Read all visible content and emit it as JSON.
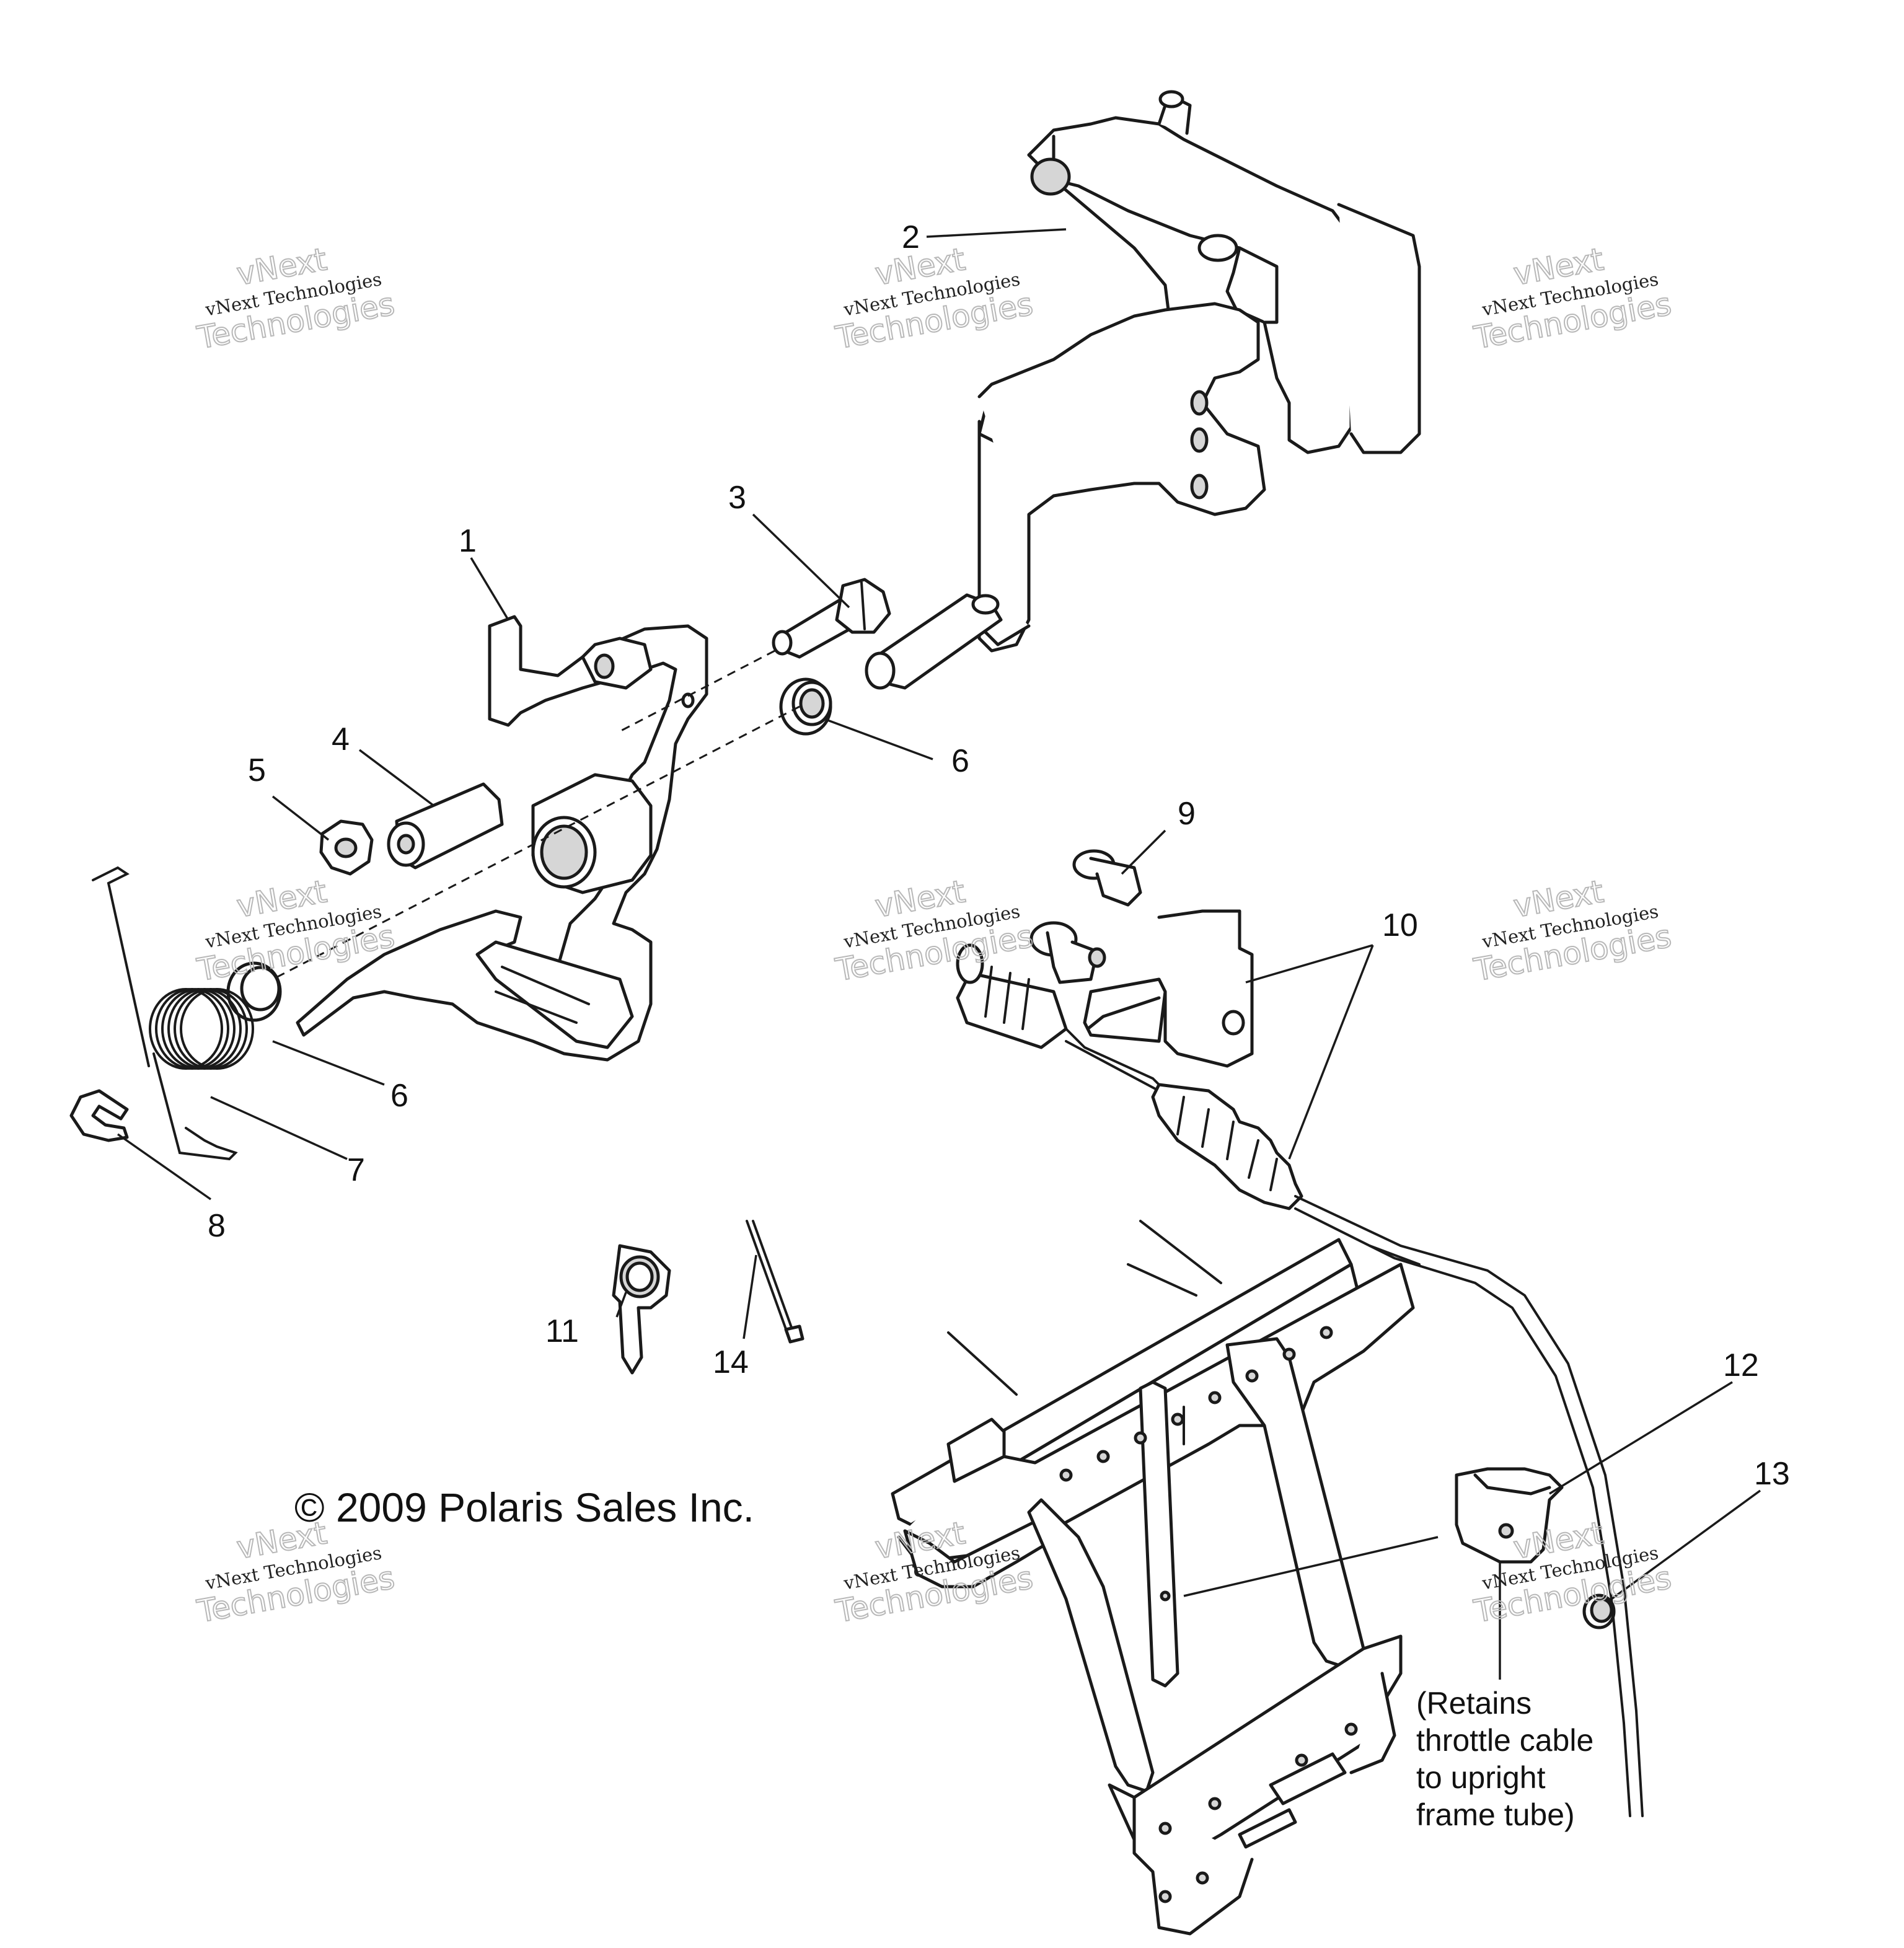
{
  "copyright": "© 2009 Polaris Sales Inc.",
  "note_lines": [
    "(Retains",
    "throttle cable",
    "to upright",
    "frame tube)"
  ],
  "watermark": {
    "name_line": "vNext",
    "company_line": "vNext Technologies",
    "tech_line": "Technologies"
  },
  "callouts": [
    "1",
    "2",
    "3",
    "4",
    "5",
    "6",
    "6",
    "7",
    "8",
    "9",
    "10",
    "11",
    "12",
    "13",
    "14"
  ]
}
